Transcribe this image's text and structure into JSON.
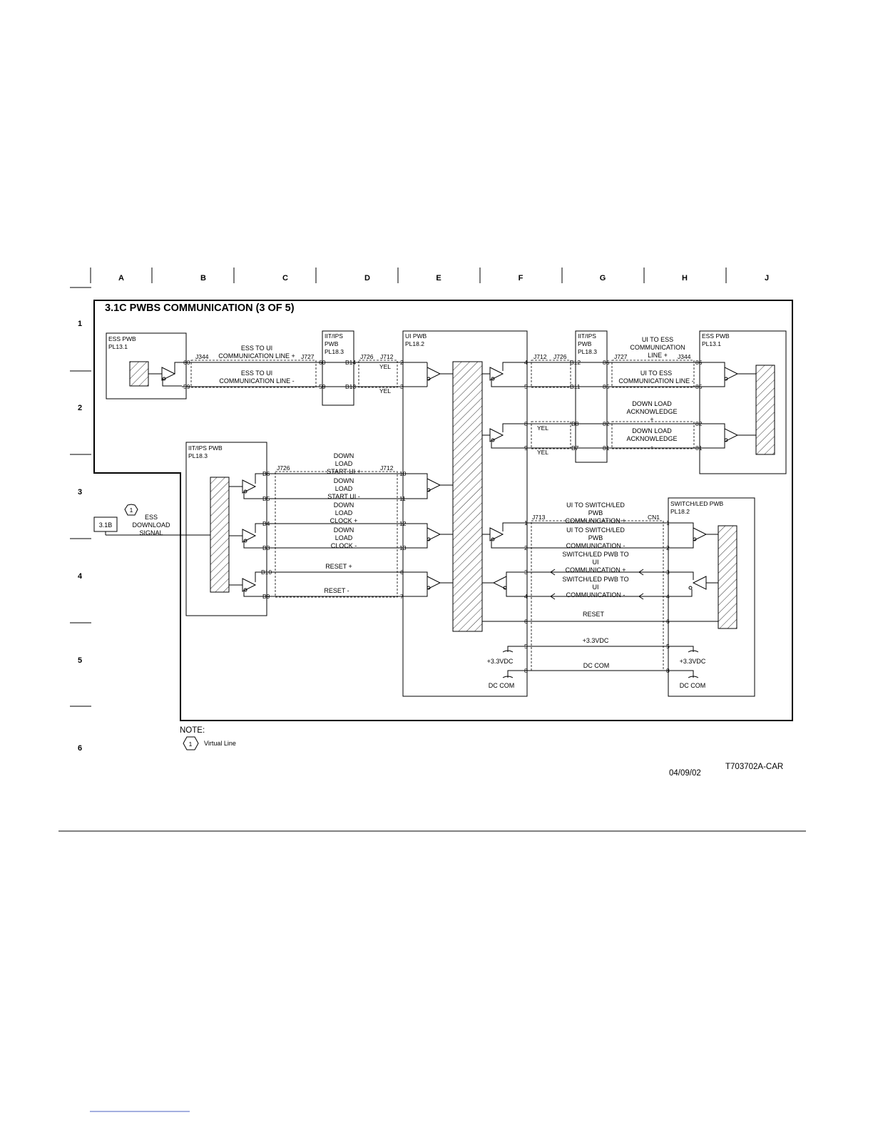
{
  "grid": {
    "columns": [
      "A",
      "B",
      "C",
      "D",
      "E",
      "F",
      "G",
      "H",
      "J"
    ],
    "rows": [
      "1",
      "2",
      "3",
      "4",
      "5",
      "6"
    ]
  },
  "title": "3.1C PWBS COMMUNICATION (3 OF 5)",
  "boards": {
    "ess_left": {
      "name": "ESS PWB",
      "pl": "PL13.1"
    },
    "iit_top": {
      "name1": "IIT/IPS",
      "name2": "PWB",
      "pl": "PL18.3"
    },
    "ui": {
      "name": "UI PWB",
      "pl": "PL18.2"
    },
    "iit_right": {
      "name1": "IIT/IPS",
      "name2": "PWB",
      "pl": "PL18.3"
    },
    "ess_right": {
      "name": "ESS PWB",
      "pl": "PL13.1"
    },
    "iit_left": {
      "name": "IIT/IPS PWB",
      "pl": "PL18.3"
    },
    "switch": {
      "name": "SWITCH/LED PWB",
      "pl": "PL18.2"
    }
  },
  "connectors": {
    "j344": "J344",
    "j727": "J727",
    "j726": "J726",
    "j712": "J712",
    "j713": "J713",
    "cn1": "CN1"
  },
  "wire_colors": {
    "yel": "YEL"
  },
  "signals": {
    "ess_ui_plus": [
      "ESS TO UI",
      "COMMUNICATION LINE +"
    ],
    "ess_ui_minus": [
      "ESS TO UI",
      "COMMUNICATION LINE -"
    ],
    "ui_ess_plus": [
      "UI TO ESS",
      "COMMUNICATION",
      "LINE +"
    ],
    "ui_ess_minus": [
      "UI TO ESS",
      "COMMUNICATION LINE -"
    ],
    "dl_ack_plus": [
      "DOWN LOAD",
      "ACKNOWLEDGE",
      "+"
    ],
    "dl_ack_minus": [
      "DOWN LOAD",
      "ACKNOWLEDGE",
      "-"
    ],
    "dl_start_plus": [
      "DOWN",
      "LOAD",
      "START UI +"
    ],
    "dl_start_minus": [
      "DOWN",
      "LOAD",
      "START UI -"
    ],
    "dl_clock_plus": [
      "DOWN",
      "LOAD",
      "CLOCK +"
    ],
    "dl_clock_minus": [
      "DOWN",
      "LOAD",
      "CLOCK -"
    ],
    "reset_plus": "RESET  +",
    "reset_minus": "RESET -",
    "ui_sw_plus": [
      "UI TO SWITCH/LED",
      "PWB",
      "COMMUNICATION +"
    ],
    "ui_sw_minus": [
      "UI TO SWITCH/LED",
      "PWB",
      "COMMUNICATION -"
    ],
    "sw_ui_plus": [
      "SWITCH/LED PWB TO",
      "UI",
      "COMMUNICATION +"
    ],
    "sw_ui_minus": [
      "SWITCH/LED PWB TO",
      "UI",
      "COMMUNICATION -"
    ],
    "reset": "RESET",
    "v33": "+3.3VDC",
    "dccom": "DC COM",
    "ess_download": [
      "ESS",
      "DOWNLOAD",
      "SIGNAL"
    ]
  },
  "pins": {
    "p60": "60",
    "p59": "59",
    "b14": "B14",
    "b13": "B13",
    "p2": "2",
    "p3": "3",
    "p4": "4",
    "p5": "5",
    "p6": "6",
    "p7": "7",
    "p8": "8",
    "p9": "9",
    "p10": "10",
    "p11": "11",
    "p12": "12",
    "p13": "13",
    "p1": "1",
    "b12": "B12",
    "b11": "B11",
    "b8": "B8",
    "b7": "B7",
    "p86": "86",
    "p85": "85",
    "p82": "82",
    "p81": "81",
    "b6": "B6",
    "b5": "B5",
    "b4": "B4",
    "b3": "B3",
    "b10": "B10",
    "b9": "B9"
  },
  "ref_box": "3.1B",
  "virtual_marker": "1",
  "note": {
    "label": "NOTE:",
    "marker": "1",
    "text": "Virtual Line"
  },
  "date": "04/09/02",
  "drawing_id": "T703702A-CAR"
}
